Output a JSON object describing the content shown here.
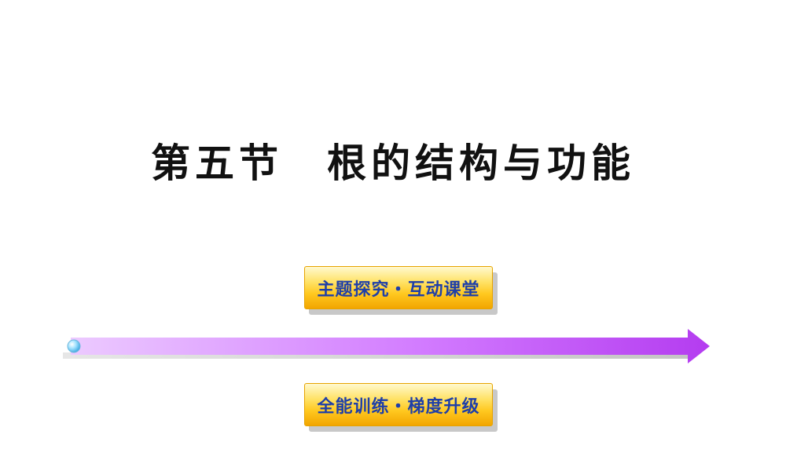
{
  "slide": {
    "title": "第五节　根的结构与功能"
  },
  "navigation": {
    "top_button_label": "主题探究・互动课堂",
    "bottom_button_label": "全能训练・梯度升级"
  },
  "colors": {
    "arrow_start": "#ecc4ff",
    "arrow_end": "#b43cf0",
    "button_gold": "#ffc81f",
    "button_text": "#1f3fa8",
    "orb": "#7fd4ff"
  }
}
